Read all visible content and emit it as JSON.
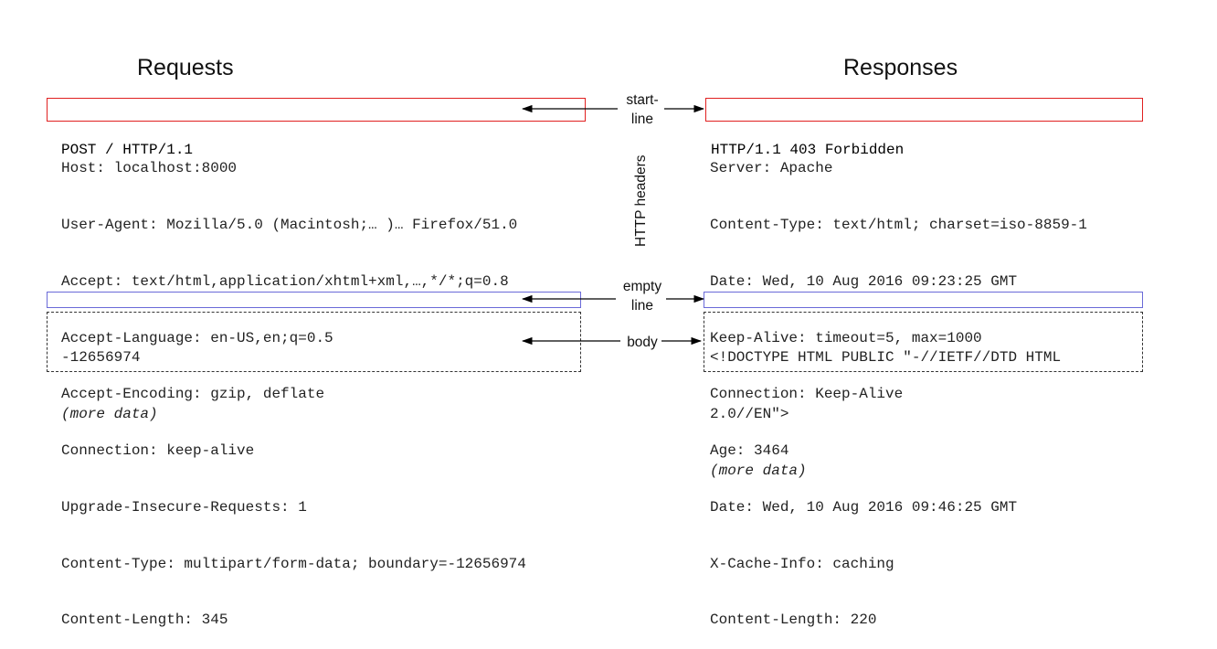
{
  "requests": {
    "title": "Requests",
    "start_line": "POST / HTTP/1.1",
    "headers": [
      "Host: localhost:8000",
      "User-Agent: Mozilla/5.0 (Macintosh;… )… Firefox/51.0",
      "Accept: text/html,application/xhtml+xml,…,*/*;q=0.8",
      "Accept-Language: en-US,en;q=0.5",
      "Accept-Encoding: gzip, deflate",
      "Connection: keep-alive",
      "Upgrade-Insecure-Requests: 1",
      "Content-Type: multipart/form-data; boundary=-12656974",
      "Content-Length: 345"
    ],
    "body": [
      "-12656974"
    ],
    "body_more": "(more data)"
  },
  "responses": {
    "title": "Responses",
    "start_line": "HTTP/1.1 403 Forbidden",
    "headers": [
      "Server: Apache",
      "Content-Type: text/html; charset=iso-8859-1",
      "Date: Wed, 10 Aug 2016 09:23:25 GMT",
      "Keep-Alive: timeout=5, max=1000",
      "Connection: Keep-Alive",
      "Age: 3464",
      "Date: Wed, 10 Aug 2016 09:46:25 GMT",
      "X-Cache-Info: caching",
      "Content-Length: 220"
    ],
    "body": [
      "<!DOCTYPE HTML PUBLIC \"-//IETF//DTD HTML",
      "2.0//EN\">"
    ],
    "body_more": "(more data)"
  },
  "labels": {
    "start_line_1": "start-",
    "start_line_2": "line",
    "http_headers": "HTTP headers",
    "empty_line_1": "empty",
    "empty_line_2": "line",
    "body": "body"
  },
  "colors": {
    "start_line_box": "#e02020",
    "empty_line_box": "#6a6ad8",
    "body_box": "#333333"
  }
}
